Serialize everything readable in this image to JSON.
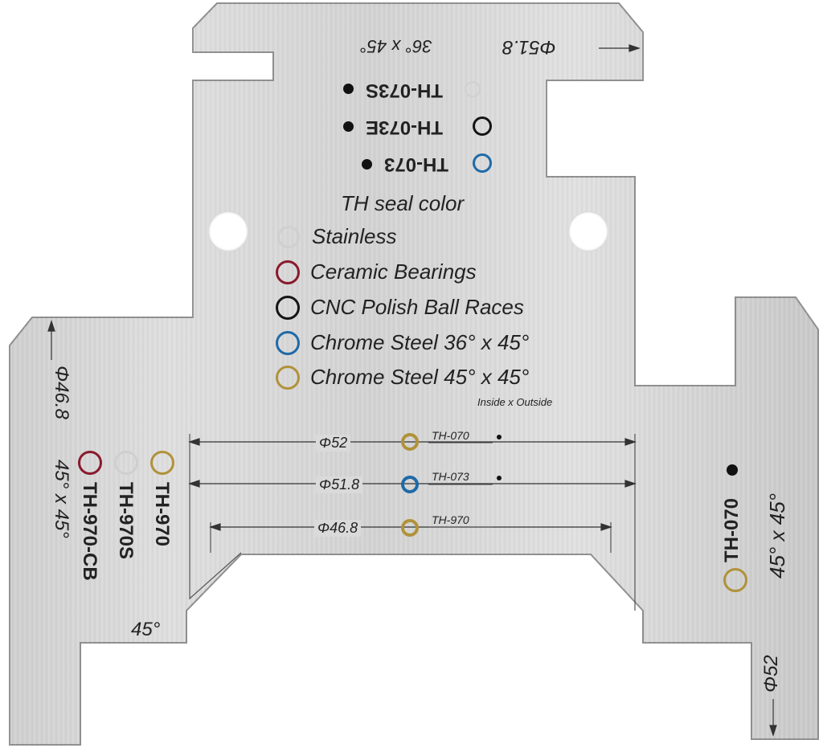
{
  "top": {
    "dim_label": "Φ51.8",
    "angle_label": "36° x 45°",
    "models": [
      {
        "name": "TH-073S",
        "ring_color": "#d0d0d0"
      },
      {
        "name": "TH-073E",
        "ring_color": "#151515"
      },
      {
        "name": "TH-073",
        "ring_color": "#1f6aa8"
      }
    ]
  },
  "legend": {
    "title": "TH seal color",
    "items": [
      {
        "label": "Stainless",
        "color": "#cfcfcf"
      },
      {
        "label": "Ceramic Bearings",
        "color": "#8a1a2c"
      },
      {
        "label": "CNC Polish Ball Races",
        "color": "#151515"
      },
      {
        "label": "Chrome Steel 36° x 45°",
        "color": "#1f6aa8"
      },
      {
        "label": "Chrome Steel 45° x 45°",
        "color": "#b0923a"
      }
    ],
    "note": "Inside x Outside"
  },
  "gauges": [
    {
      "dim": "Φ52",
      "model": "TH-070",
      "ring_color": "#b0923a"
    },
    {
      "dim": "Φ51.8",
      "model": "TH-073",
      "ring_color": "#1f6aa8"
    },
    {
      "dim": "Φ46.8",
      "model": "TH-970",
      "ring_color": "#b0923a"
    }
  ],
  "left": {
    "dim_label": "Φ46.8",
    "angle_label": "45° x 45°",
    "corner_angle": "45°",
    "models": [
      {
        "name": "TH-970",
        "ring_color": "#b0923a"
      },
      {
        "name": "TH-970S",
        "ring_color": "#cfcfcf"
      },
      {
        "name": "TH-970-CB",
        "ring_color": "#8a1a2c"
      }
    ]
  },
  "right": {
    "model": "TH-070",
    "ring_color": "#b0923a",
    "angle_label": "45° x 45°",
    "dim_label": "Φ52"
  },
  "colors": {
    "plate_light": "#d9d9d9",
    "plate_dark": "#b9b9b9",
    "ink": "#222222"
  }
}
